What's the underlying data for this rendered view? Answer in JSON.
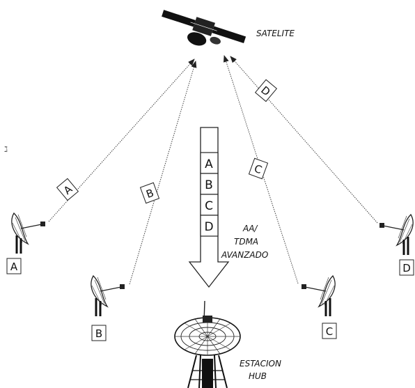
{
  "satellite_label": "SATELITE",
  "hub_label_line1": "ESTACION",
  "hub_label_line2": "HUB",
  "mode_label_line1": "AA/",
  "mode_label_line2": "TDMA",
  "mode_label_line3": "AVANZADO",
  "stray_mark": "ℷ",
  "frame_stack": [
    "A",
    "B",
    "C",
    "D"
  ],
  "link_labels": {
    "a": "A",
    "b": "B",
    "c": "C",
    "d": "D"
  },
  "station_labels": {
    "a": "A",
    "b": "B",
    "c": "C",
    "d": "D"
  }
}
